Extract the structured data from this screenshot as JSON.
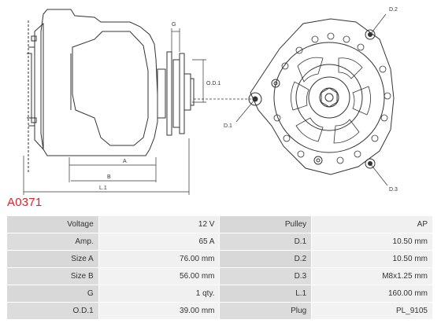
{
  "part_code": "A0371",
  "drawing_labels": {
    "a": "A",
    "b": "B",
    "l1": "L.1",
    "g": "G",
    "od1": "O.D.1",
    "d1": "D.1",
    "d2": "D.2",
    "d3": "D.3"
  },
  "specs": [
    [
      {
        "label": "Voltage",
        "value": "12 V"
      },
      {
        "label": "Pulley",
        "value": "AP"
      }
    ],
    [
      {
        "label": "Amp.",
        "value": "65 A"
      },
      {
        "label": "D.1",
        "value": "10.50 mm"
      }
    ],
    [
      {
        "label": "Size A",
        "value": "76.00 mm"
      },
      {
        "label": "D.2",
        "value": "10.50 mm"
      }
    ],
    [
      {
        "label": "Size B",
        "value": "56.00 mm"
      },
      {
        "label": "D.3",
        "value": "M8x1.25 mm"
      }
    ],
    [
      {
        "label": "G",
        "value": "1 qty."
      },
      {
        "label": "L.1",
        "value": "160.00 mm"
      }
    ],
    [
      {
        "label": "O.D.1",
        "value": "39.00 mm"
      },
      {
        "label": "Plug",
        "value": "PL_9105"
      }
    ]
  ]
}
